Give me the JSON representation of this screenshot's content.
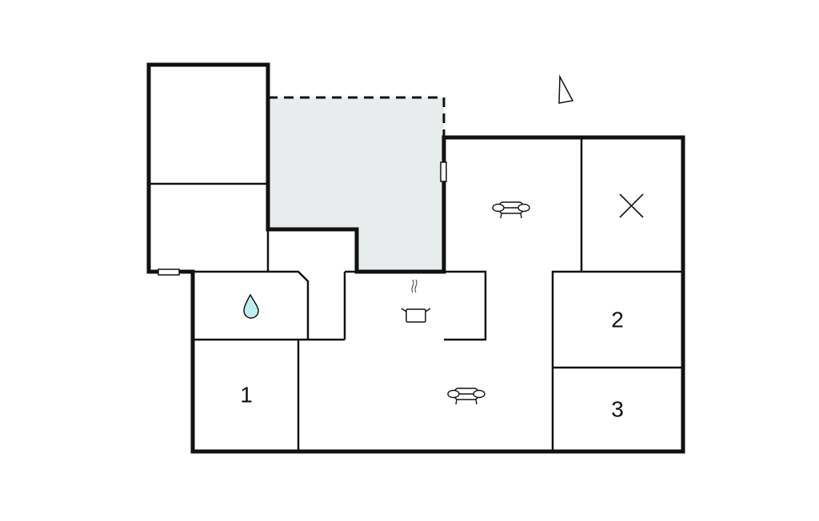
{
  "floorplan": {
    "colors": {
      "wall": "#111111",
      "terrace_fill": "#e8ecec",
      "water_drop": "#bfeef2",
      "background": "#ffffff"
    },
    "rooms": [
      {
        "id": "bedroom-1",
        "label": "1"
      },
      {
        "id": "bedroom-2",
        "label": "2"
      },
      {
        "id": "bedroom-3",
        "label": "3"
      }
    ],
    "icons": {
      "compass": "north-arrow-icon",
      "bathroom": "water-drop-icon",
      "kitchen": "cooking-pot-icon",
      "living_room_upper": "sofa-icon",
      "living_room_lower": "sofa-icon",
      "utility": "cross-icon"
    },
    "areas": {
      "terrace": "terrace"
    }
  }
}
